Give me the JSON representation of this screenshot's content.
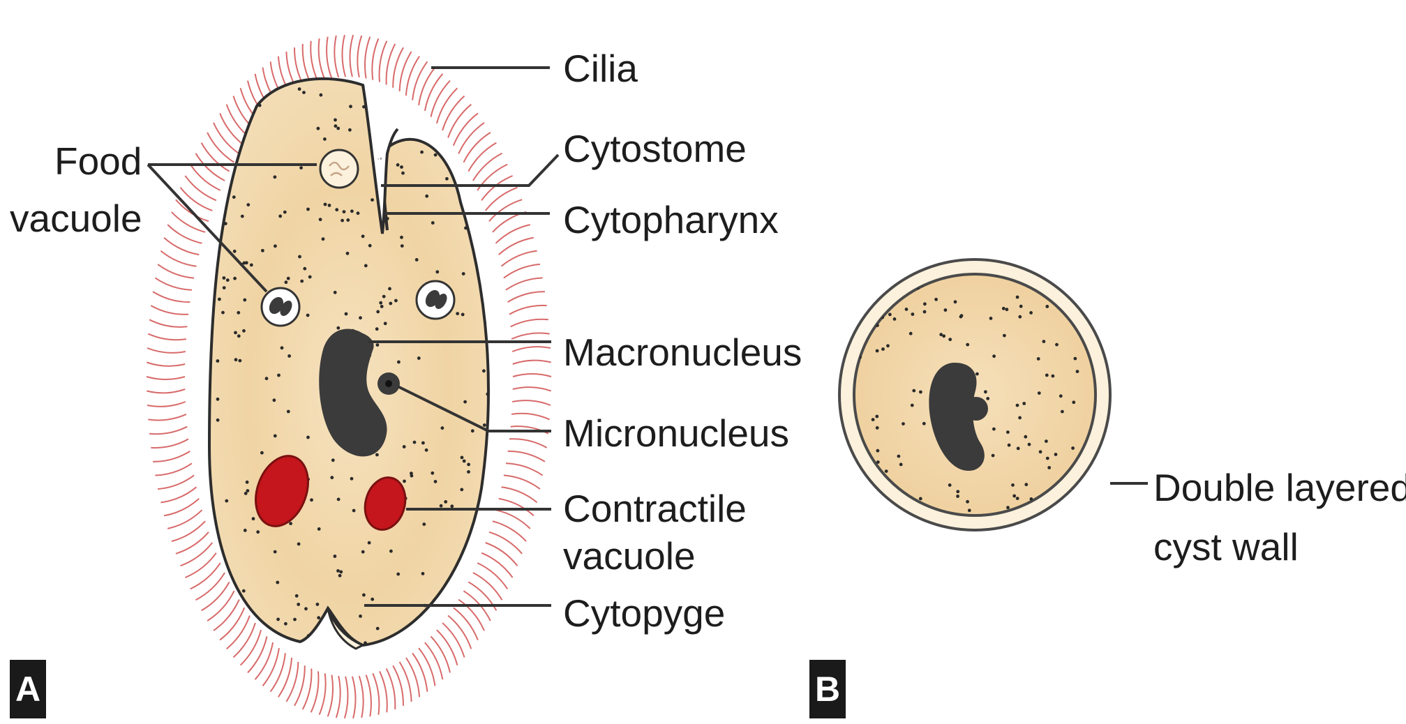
{
  "panels": {
    "a": "A",
    "b": "B"
  },
  "labels_a": {
    "cilia": "Cilia",
    "cytostome": "Cytostome",
    "cytopharynx": "Cytopharynx",
    "food_vacuole_1": "Food",
    "food_vacuole_2": "vacuole",
    "macronucleus": "Macronucleus",
    "micronucleus": "Micronucleus",
    "contractile_vacuole_1": "Contractile",
    "contractile_vacuole_2": "vacuole",
    "cytopyge": "Cytopyge"
  },
  "labels_b": {
    "cyst_wall_1": "Double layered",
    "cyst_wall_2": "cyst wall"
  },
  "colors": {
    "cytoplasm": "#f2d6a8",
    "cilia": "#d86a6a",
    "contractile_vacuole": "#c4161c",
    "nucleus": "#3b3b3b",
    "outline": "#2d2d2d",
    "cyst_wall": "#fbf1dc"
  }
}
